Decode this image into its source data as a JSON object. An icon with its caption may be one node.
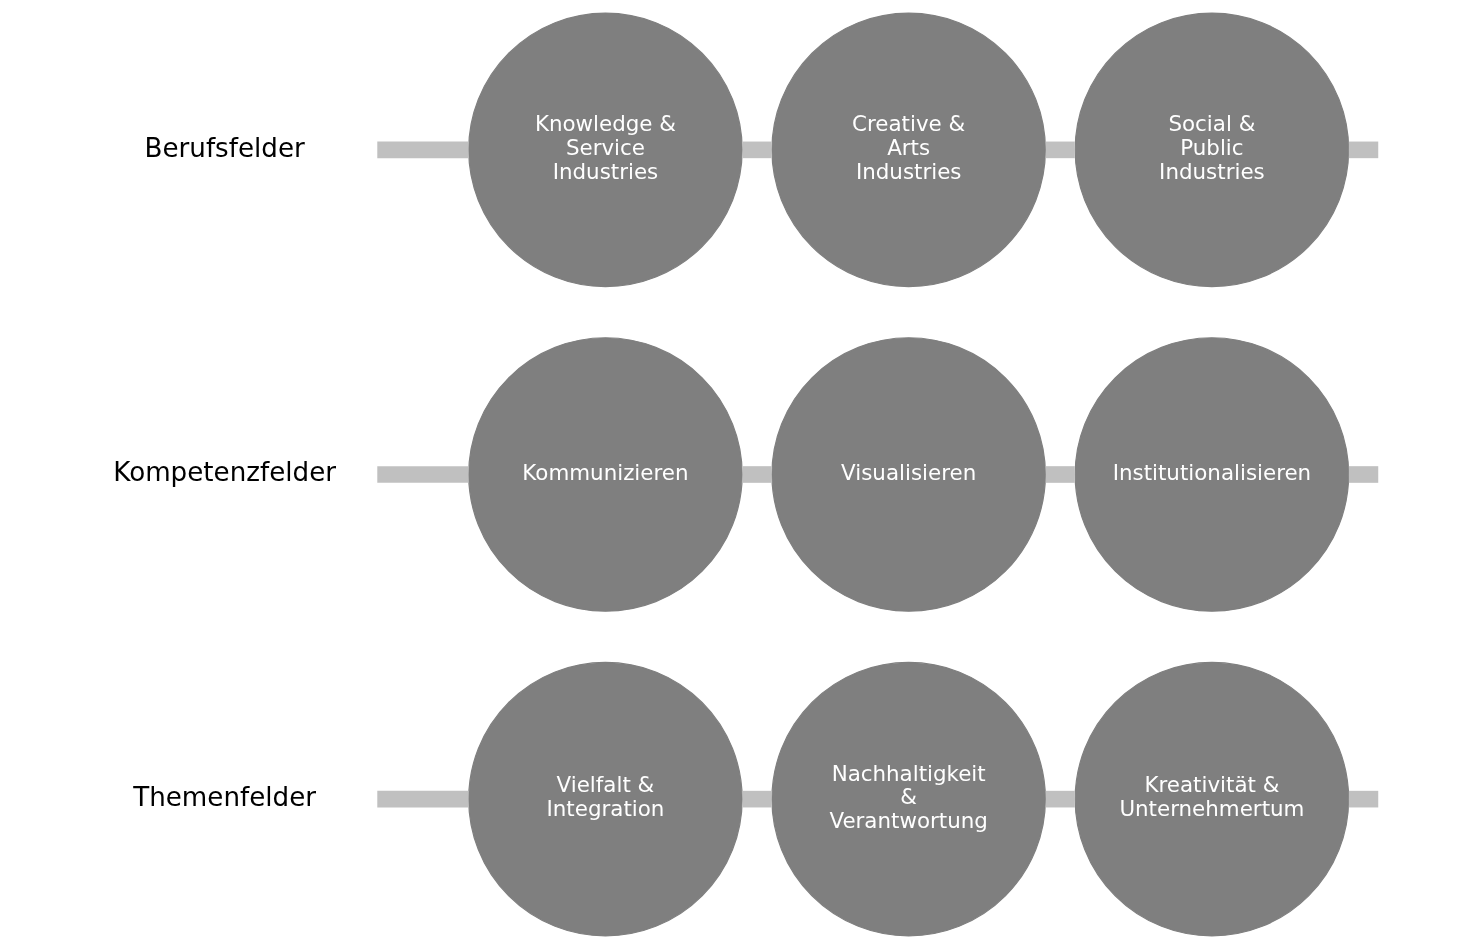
{
  "diagram": {
    "nodes": [
      {
        "text": [
          "Vielfalt & Integration"
        ]
      },
      {
        "text": [
          "Nachhaltigkeit & Verantwortung"
        ]
      },
      {
        "text": [
          "Kreativität & Unternehmertum"
        ]
      },
      {
        "text": [
          "Kommunizieren"
        ]
      },
      {
        "text": [
          "Visualisieren"
        ]
      },
      {
        "text": [
          "Institutionalisieren"
        ]
      },
      {
        "text": [
          "Knowledge & Service Industries"
        ]
      },
      {
        "text": [
          "Creative & Arts Industries"
        ]
      },
      {
        "text": [
          "Social & Public Industries"
        ]
      }
    ],
    "edges": [
      {
        "from": null,
        "to": 0,
        "arrow": "none"
      },
      {
        "from": 0,
        "to": 1,
        "arrow": "none"
      },
      {
        "from": 1,
        "to": 2,
        "arrow": "none"
      },
      {
        "from": 2,
        "to": null,
        "arrow": "none"
      },
      {
        "from": null,
        "to": 3,
        "arrow": "none"
      },
      {
        "from": 3,
        "to": 4,
        "arrow": "none"
      },
      {
        "from": 4,
        "to": 5,
        "arrow": "none"
      },
      {
        "from": 5,
        "to": null,
        "arrow": "none"
      },
      {
        "from": null,
        "to": 6,
        "arrow": "none"
      },
      {
        "from": 6,
        "to": 7,
        "arrow": "none"
      },
      {
        "from": 7,
        "to": 8,
        "arrow": "none"
      },
      {
        "from": 8,
        "to": null,
        "arrow": "none"
      }
    ],
    "labels": [
      "Themenfelder",
      "Kompetenzfelder",
      "Berufsfelder"
    ]
  }
}
